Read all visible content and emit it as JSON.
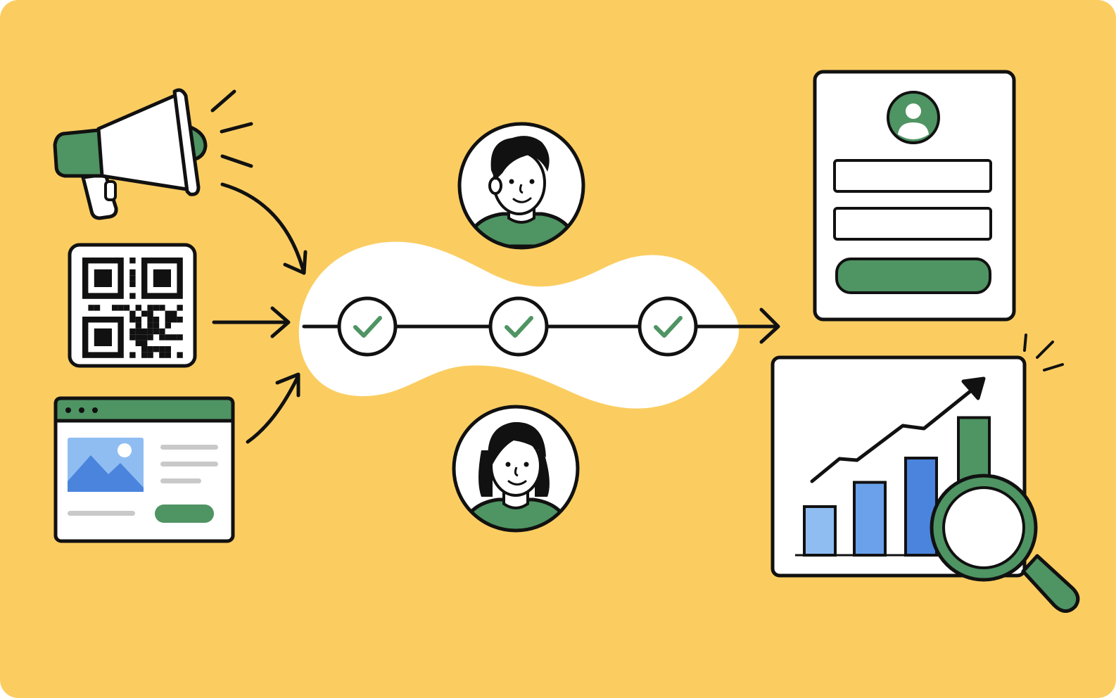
{
  "colors": {
    "background": "#fbcd61",
    "green": "#4f9463",
    "outline": "#111111",
    "white": "#ffffff",
    "blue_light": "#8fbdf2",
    "blue_mid": "#6aa1ea",
    "blue_dark": "#4a84dd",
    "gray": "#c9c9c9"
  },
  "sources": [
    "megaphone",
    "qr-code",
    "web-page"
  ],
  "flow_steps": [
    {
      "status": "complete",
      "icon": "check-icon"
    },
    {
      "status": "complete",
      "icon": "check-icon"
    },
    {
      "status": "complete",
      "icon": "check-icon"
    }
  ],
  "people": [
    "person-man",
    "person-woman"
  ],
  "outputs": [
    "signup-form",
    "growth-chart"
  ],
  "growth_chart": {
    "type": "bar",
    "bars": [
      0.3,
      0.45,
      0.6,
      0.85
    ],
    "trend": "up"
  }
}
